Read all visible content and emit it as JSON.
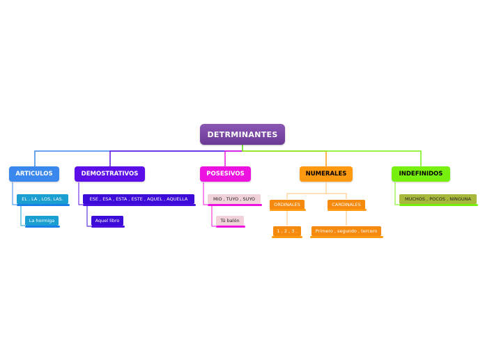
{
  "root": {
    "label": "DETRMINANTES"
  },
  "branches": [
    {
      "id": "articulos",
      "label": "ARTICULOS",
      "color": "#3a87ee",
      "children": [
        {
          "label": "EL , LA , LOS, LAS.",
          "color": "#1a9fd0"
        },
        {
          "label": "La hormiga",
          "color": "#1a9fd0"
        }
      ]
    },
    {
      "id": "demostrativos",
      "label": "DEMOSTRATIVOS",
      "color": "#5b0ee8",
      "children": [
        {
          "label": "ESE , ESA , ESTA , ESTE , AQUEL , AQUELLA",
          "color": "#3c0bd8"
        },
        {
          "label": "Aquel libro",
          "color": "#3c0bd8"
        }
      ]
    },
    {
      "id": "posesivos",
      "label": "POSESIVOS",
      "color": "#ee12e0",
      "children": [
        {
          "label": "MIO , TUYO , SUYO",
          "color": "#f1d2d8"
        },
        {
          "label": "Tú balón",
          "color": "#f1d2d8"
        }
      ]
    },
    {
      "id": "numerales",
      "label": "NUMERALES",
      "color": "#ff9a10",
      "children": [
        {
          "label": "ORDINALES",
          "color": "#f58a0e"
        },
        {
          "label": "CARDINALES",
          "color": "#f58a0e"
        },
        {
          "label": "1 , 2 , 3 .",
          "color": "#f58a0e"
        },
        {
          "label": "Primero , segundo , tercero",
          "color": "#f58a0e"
        }
      ]
    },
    {
      "id": "indefinidos",
      "label": "INDEFINIDOS",
      "color": "#77f00e",
      "children": [
        {
          "label": "MUCHOS , POCOS , NINGUNA",
          "color": "#a8b83a"
        }
      ]
    }
  ]
}
